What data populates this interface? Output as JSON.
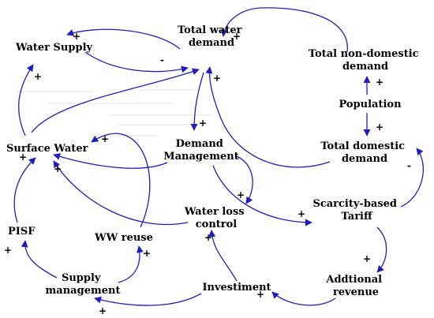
{
  "nodes": {
    "water_supply": "Water Supply",
    "total_water_demand_1": "Total water",
    "total_water_demand_2": "demand",
    "total_non_domestic_1": "Total non-domestic",
    "total_non_domestic_2": "demand",
    "population": "Population",
    "total_domestic_1": "Total domestic",
    "total_domestic_2": "demand",
    "surface_water": "Surface Water",
    "demand_management_1": "Demand",
    "demand_management_2": "Management",
    "water_loss_control_1": "Water loss",
    "water_loss_control_2": "control",
    "scarcity_tariff_1": "Scarcity-based",
    "scarcity_tariff_2": "Tariff",
    "pisf": "PISF",
    "ww_reuse": "WW reuse",
    "supply_management_1": "Supply",
    "supply_management_2": "management",
    "investment": "Investiment",
    "additional_revenue_1": "Addtional",
    "additional_revenue_2": "revenue"
  },
  "polarity": {
    "plus": "+",
    "minus": "-"
  },
  "colors": {
    "link": "#1f1fbf",
    "text": "#000000"
  }
}
